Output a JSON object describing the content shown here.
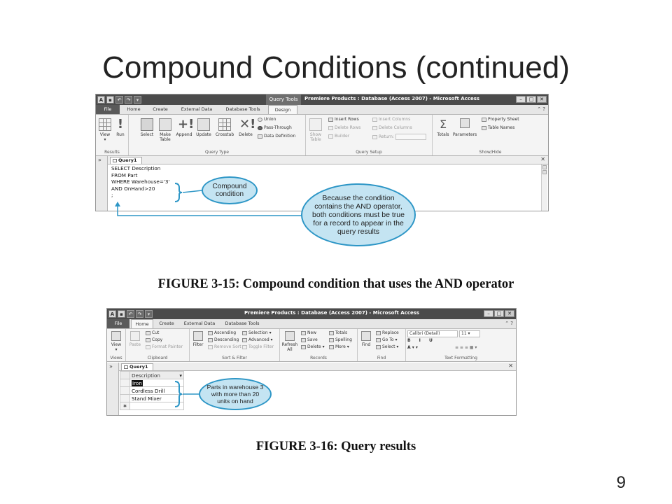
{
  "slide": {
    "title": "Compound Conditions (continued)",
    "slide_number": "9"
  },
  "figure1": {
    "window_title": "Premiere Products : Database (Access 2007) - Microsoft Access",
    "context_tab": "Query Tools",
    "tabs": [
      "File",
      "Home",
      "Create",
      "External Data",
      "Database Tools",
      "Design"
    ],
    "active_tab": "Design",
    "ribbon": {
      "results": {
        "label": "Results",
        "view": "View",
        "run": "Run"
      },
      "query_type": {
        "label": "Query Type",
        "buttons": [
          "Select",
          "Make Table",
          "Append",
          "Update",
          "Crosstab",
          "Delete"
        ],
        "small": [
          "Union",
          "Pass-Through",
          "Data Definition"
        ]
      },
      "query_setup": {
        "label": "Query Setup",
        "show_table": "Show Table",
        "small_col1": [
          "Insert Rows",
          "Delete Rows",
          "Builder"
        ],
        "small_col2": [
          "Insert Columns",
          "Delete Columns",
          "Return:"
        ]
      },
      "show_hide": {
        "label": "Show/Hide",
        "totals": "Totals",
        "parameters": "Parameters",
        "small": [
          "Property Sheet",
          "Table Names"
        ]
      }
    },
    "document_tab": "Query1",
    "sql_lines": [
      "SELECT Description",
      "FROM Part",
      "WHERE Warehouse='3'",
      "AND OnHand>20",
      ";"
    ],
    "callout_small": "Compound condition",
    "callout_large": "Because the condition contains the AND operator, both conditions must be true for a record to appear in the query results",
    "caption": "FIGURE 3-15: Compound condition that uses the AND operator"
  },
  "figure2": {
    "window_title": "Premiere Products : Database (Access 2007) - Microsoft Access",
    "tabs": [
      "File",
      "Home",
      "Create",
      "External Data",
      "Database Tools"
    ],
    "active_tab": "Home",
    "ribbon": {
      "views": {
        "label": "Views",
        "view": "View"
      },
      "clipboard": {
        "label": "Clipboard",
        "paste": "Paste",
        "small": [
          "Cut",
          "Copy",
          "Format Painter"
        ]
      },
      "sort_filter": {
        "label": "Sort & Filter",
        "filter": "Filter",
        "small_col1": [
          "Ascending",
          "Descending",
          "Remove Sort"
        ],
        "small_col2": [
          "Selection",
          "Advanced",
          "Toggle Filter"
        ]
      },
      "records": {
        "label": "Records",
        "refresh": "Refresh All",
        "small_col1": [
          "New",
          "Save",
          "Delete"
        ],
        "small_col2": [
          "Totals",
          "Spelling",
          "More"
        ]
      },
      "find": {
        "label": "Find",
        "find": "Find",
        "small": [
          "Replace",
          "Go To",
          "Select"
        ]
      },
      "text_formatting": {
        "label": "Text Formatting",
        "font": "Calibri (Detail)",
        "size": "11"
      }
    },
    "document_tab": "Query1",
    "column_header": "Description",
    "rows": [
      "Iron",
      "Cordless Drill",
      "Stand Mixer"
    ],
    "new_row_marker": "✱",
    "callout": "Parts in warehouse 3 with more than 20 units on hand",
    "caption": "FIGURE 3-16: Query results"
  },
  "colors": {
    "callout_fill": "#c4e4f2",
    "callout_border": "#2d96c6",
    "titlebar": "#4b4b4b"
  }
}
